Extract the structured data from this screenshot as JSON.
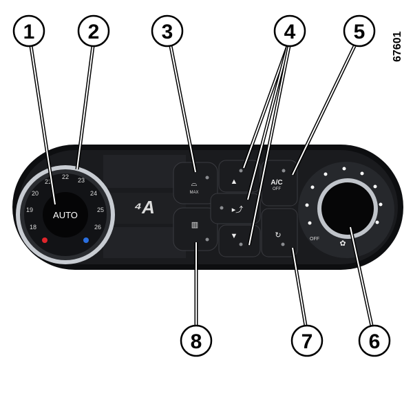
{
  "figure_id": "67601",
  "callouts": [
    "1",
    "2",
    "3",
    "4",
    "5",
    "6",
    "7",
    "8"
  ],
  "left_dial": {
    "center_label": "AUTO",
    "scale": [
      "18",
      "19",
      "20",
      "21",
      "22",
      "23",
      "24",
      "25",
      "26"
    ]
  },
  "buttons": {
    "defrost_max": "MAX",
    "ac_main": "A/C",
    "ac_sub": "OFF",
    "fan_off": "OFF"
  },
  "colors": {
    "hot": "#e0252b",
    "cold": "#2a6fe0",
    "panel": "#131416"
  }
}
